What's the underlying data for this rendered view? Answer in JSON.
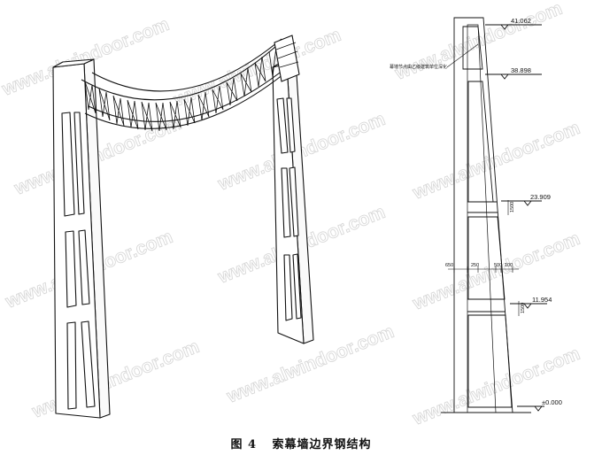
{
  "caption": {
    "figure_no": "图 4",
    "title": "索幕墙边界钢结构"
  },
  "elevation": {
    "levels": [
      "41.062",
      "38.898",
      "23.909",
      "11.954",
      "±0.000"
    ],
    "note": "幕墙节点由乙级建筑单位深化",
    "dims_left": [
      "650",
      "250"
    ],
    "dims_right": [
      "500",
      "100"
    ],
    "beam_depth": [
      "1500",
      "1500"
    ]
  },
  "watermark": "www.alwindoor.com"
}
